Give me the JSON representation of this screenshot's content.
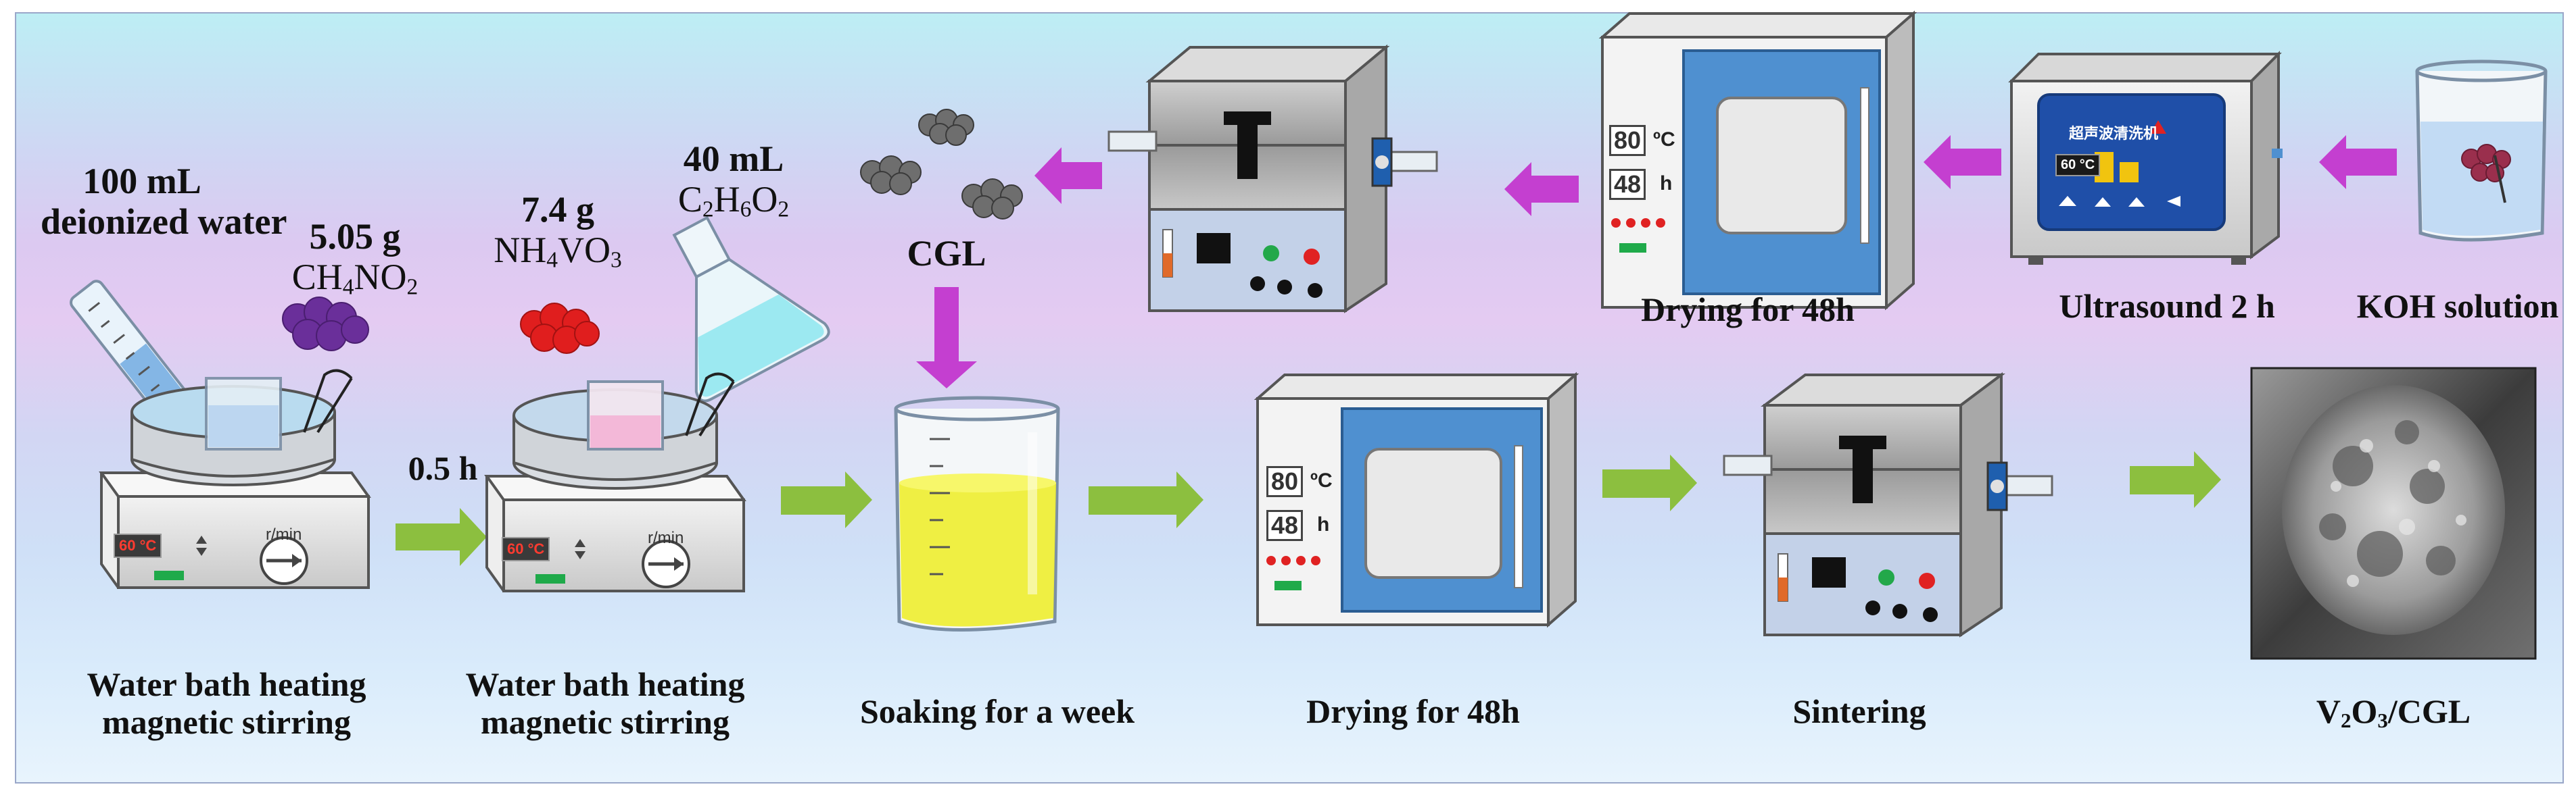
{
  "reagents": {
    "water_amount": "100 mL",
    "water_name": "deionized water",
    "glycine_mass": "5.05 g",
    "glycine_formula": [
      "CH",
      "4",
      "NO",
      "2"
    ],
    "nh4vo3_mass": "7.4 g",
    "nh4vo3_formula": [
      "NH",
      "4",
      "VO",
      "3"
    ],
    "glycol_volume": "40 mL",
    "glycol_formula": [
      "C",
      "2",
      "H",
      "6",
      "O",
      "2"
    ]
  },
  "devices": {
    "stirrer_temp": "60 °C",
    "stirrer_unit": "r/min",
    "oven_temp": "80",
    "oven_temp_unit": "ºC",
    "oven_time": "48",
    "oven_time_unit": "h",
    "ultrasonic_brand": "超声波清洗机",
    "ultrasonic_temp": "60 °C"
  },
  "top_row": {
    "cgl": "CGL",
    "drying": "Drying  for 48h",
    "ultrasound": "Ultrasound 2 h",
    "koh": "KOH solution"
  },
  "bottom_row": {
    "step1_line1": "Water bath heating",
    "step1_line2": "magnetic stirring",
    "time_gap": "0.5 h",
    "step2_line1": "Water bath heating",
    "step2_line2": "magnetic stirring",
    "soaking": "Soaking  for a week",
    "drying": "Drying  for 48h",
    "sintering": "Sintering",
    "product": [
      "V",
      "2",
      "O",
      "3",
      "/CGL"
    ]
  },
  "colors": {
    "arrow_magenta": "#c43fd0",
    "arrow_green": "#8cbf3f",
    "solution_yellow": "#eeee33",
    "oven_blue": "#4f90d0"
  }
}
